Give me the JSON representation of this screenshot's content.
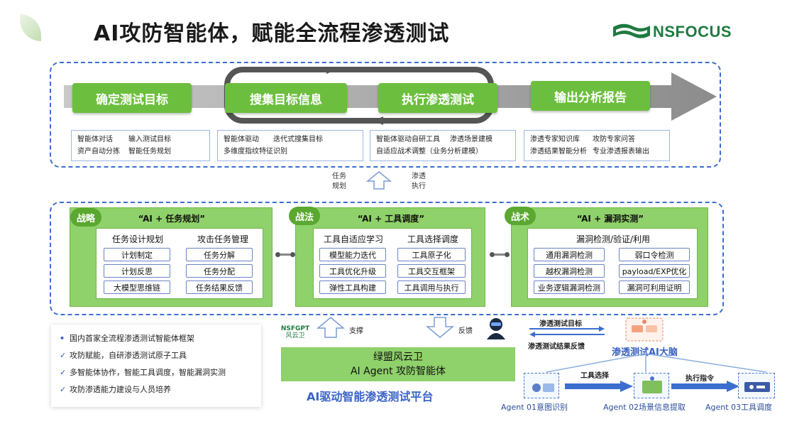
{
  "header": {
    "title": "AI攻防智能体，赋能全流程渗透测试",
    "logo_text": "NSFOCUS"
  },
  "process": {
    "steps": [
      {
        "label": "确定测试目标",
        "details": [
          "智能体对话",
          "输入测试目标",
          "资产自动分拣",
          "智能任务规划"
        ]
      },
      {
        "label": "搜集目标信息",
        "details": [
          "智能体驱动",
          "迭代式搜集目标",
          "多维度指纹特征识别"
        ]
      },
      {
        "label": "执行渗透测试",
        "details": [
          "智能体驱动自研工具",
          "渗透场景建模",
          "自适应战术调整（业务分析建模）"
        ]
      },
      {
        "label": "输出分析报告",
        "details": [
          "渗透专家知识库",
          "攻防专家问答",
          "渗透结果智能分析",
          "专业渗透报表输出"
        ]
      }
    ],
    "link_left": "任务\n规划",
    "link_right": "渗透\n执行"
  },
  "panels": [
    {
      "badge": "战略",
      "title": "“AI + 任务规划”",
      "columns": [
        {
          "head": "任务设计规划",
          "items": [
            "计划制定",
            "计划反思",
            "大模型思维链"
          ]
        },
        {
          "head": "攻击任务管理",
          "items": [
            "任务分解",
            "任务分配",
            "任务结果反馈"
          ]
        }
      ]
    },
    {
      "badge": "战法",
      "title": "“AI + 工具调度”",
      "columns": [
        {
          "head": "工具自适应学习",
          "items": [
            "模型能力迭代",
            "工具优化升级",
            "弹性工具构建"
          ]
        },
        {
          "head": "工具选择调度",
          "items": [
            "工具原子化",
            "工具交互框架",
            "工具调用与执行"
          ]
        }
      ]
    },
    {
      "badge": "战术",
      "title": "“AI + 漏洞实测”",
      "subhead": "漏洞检测/验证/利用",
      "columns": [
        {
          "head": "",
          "items": [
            "通用漏洞检测",
            "越权漏洞检测",
            "业务逻辑漏洞检测"
          ]
        },
        {
          "head": "",
          "items": [
            "弱口令检测",
            "payload/EXP优化",
            "漏洞可利用证明"
          ]
        }
      ]
    }
  ],
  "features": [
    {
      "marker": "•",
      "text": "国内首家全流程渗透测试智能体框架"
    },
    {
      "marker": "✓",
      "text": "攻防赋能，自研渗透测试原子工具"
    },
    {
      "marker": "✓",
      "text": "多智能体协作，智能工具调度，智能漏洞实测"
    },
    {
      "marker": "✓",
      "text": "攻防渗透能力建设与人员培养"
    }
  ],
  "platform": {
    "logo_top": "NSFGPT",
    "logo_bottom": "风云卫",
    "support_label": "支撑",
    "feedback_label": "反馈",
    "line1": "绿盟风云卫",
    "line2": "AI Agent 攻防智能体",
    "caption": "AI驱动智能渗透测试平台"
  },
  "agents": {
    "target_label": "渗透测试目标",
    "result_label": "渗透测试结果反馈",
    "brain_label": "渗透测试AI大脑",
    "tool_select_label": "工具选择",
    "exec_label": "执行指令",
    "agent1": "Agent 01意图识别",
    "agent2": "Agent 02场景信息提取",
    "agent3": "Agent 03工具调度"
  },
  "colors": {
    "green": "#6cbf3e",
    "panel_green": "#8fd16a",
    "frame_blue": "#3b6ecf",
    "logo_green": "#1f7b40"
  }
}
